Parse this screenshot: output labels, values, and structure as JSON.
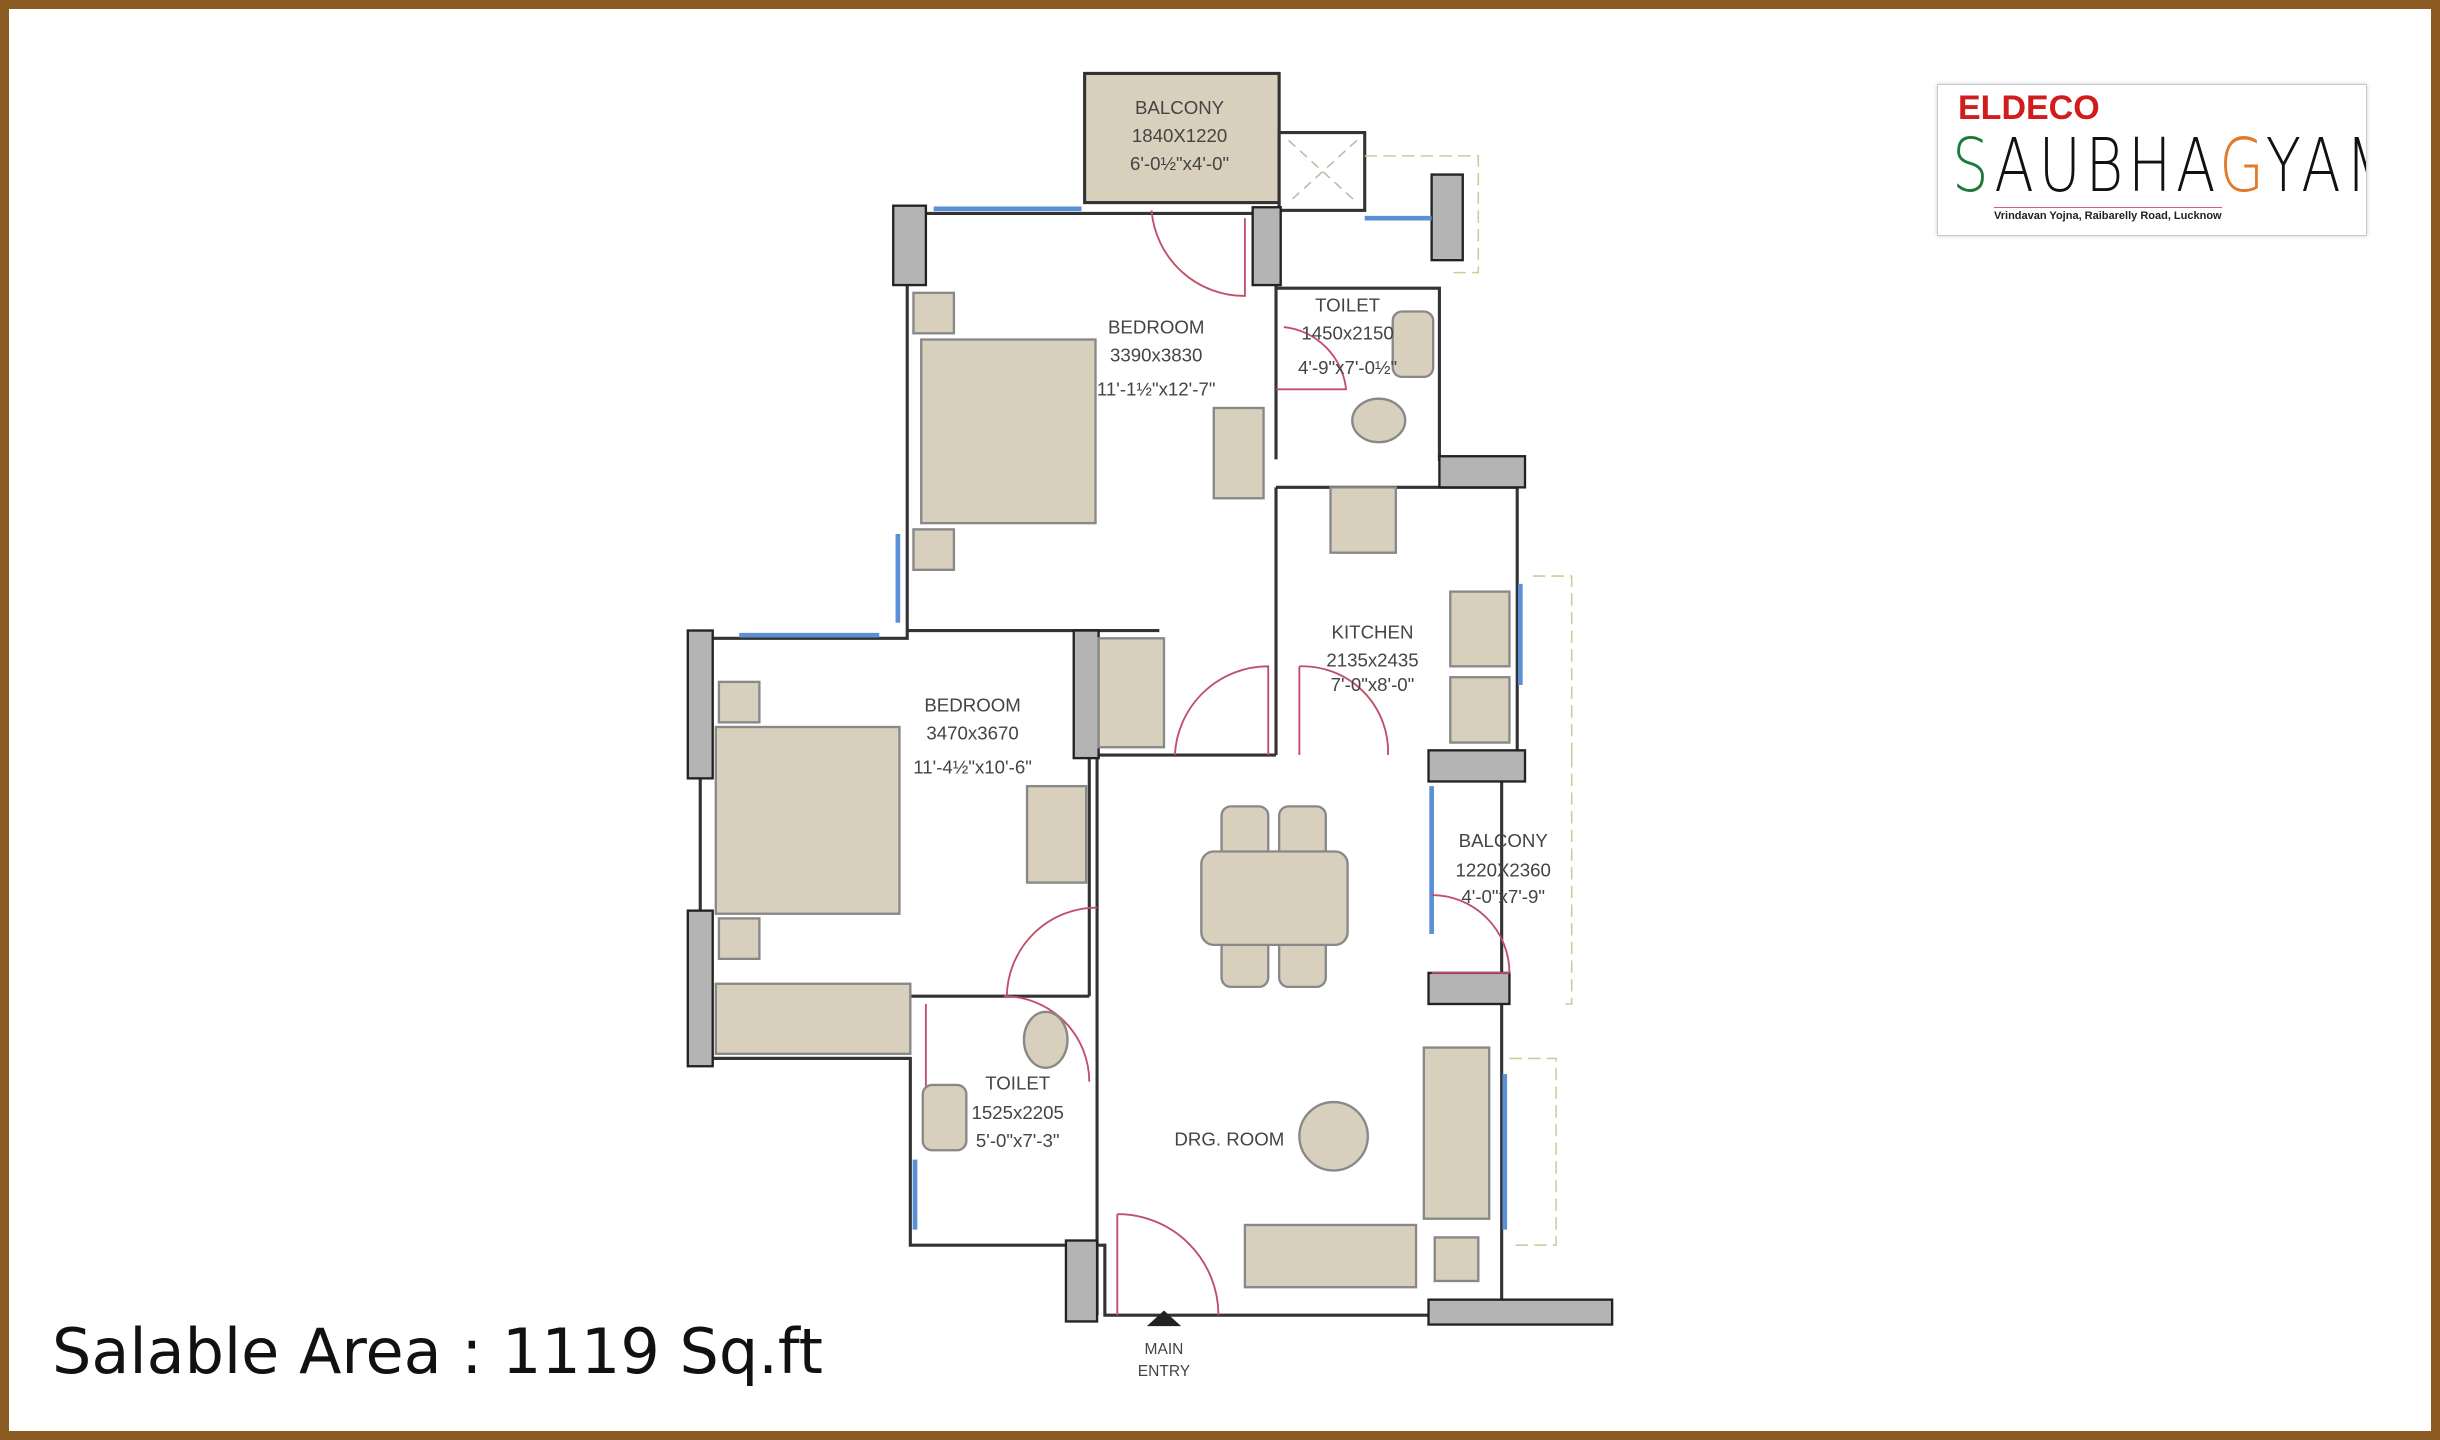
{
  "logo": {
    "brand": "ELDECO",
    "name_first": "S",
    "name_mid": "AUBHA",
    "name_accent": "G",
    "name_rest": "YAM",
    "tagline": "Vrindavan Yojna, Raibarelly Road, Lucknow",
    "colors": {
      "brand": "#d01c1c",
      "s": "#1e7a3a",
      "g": "#e27a2a"
    }
  },
  "salable_area": "Salable Area : 1119 Sq.ft",
  "rooms": {
    "balcony_top": {
      "name": "BALCONY",
      "mm": "1840X1220",
      "ft": "6'-0½\"x4'-0\""
    },
    "bedroom1": {
      "name": "BEDROOM",
      "mm": "3390x3830",
      "ft": "11'-1½\"x12'-7\""
    },
    "toilet1": {
      "name": "TOILET",
      "mm": "1450x2150",
      "ft": "4'-9\"x7'-0½\""
    },
    "kitchen": {
      "name": "KITCHEN",
      "mm": "2135x2435",
      "ft": "7'-0\"x8'-0\""
    },
    "bedroom2": {
      "name": "BEDROOM",
      "mm": "3470x3670",
      "ft": "11'-4½\"x10'-6\""
    },
    "balcony_right": {
      "name": "BALCONY",
      "mm": "1220X2360",
      "ft": "4'-0\"x7'-9\""
    },
    "toilet2": {
      "name": "TOILET",
      "mm": "1525x2205",
      "ft": "5'-0\"x7'-3\""
    },
    "drawing_room": {
      "name": "DRG. ROOM"
    }
  },
  "entry": {
    "line1": "MAIN",
    "line2": "ENTRY"
  },
  "colors": {
    "frame": "#8a5a22",
    "furniture": "#d8cfbd",
    "pillar": "#b4b4b4",
    "window": "#5b8fd6",
    "door": "#c0506a"
  }
}
